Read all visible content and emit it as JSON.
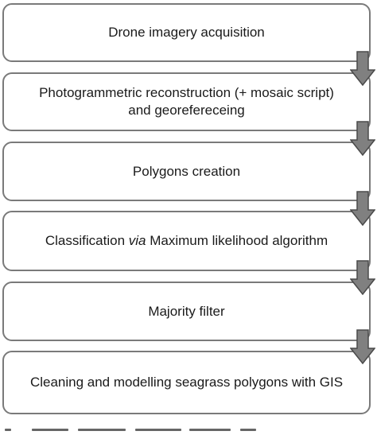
{
  "steps": [
    {
      "id": "s1",
      "text": "Drone imagery acquisition"
    },
    {
      "id": "s2",
      "line1": "Photogrammetric reconstruction (+ mosaic script)",
      "line2": "and georefereceing"
    },
    {
      "id": "s3",
      "text": "Polygons creation"
    },
    {
      "id": "s4",
      "pre": "Classification ",
      "italic": "via",
      "post": " Maximum likelihood algorithm"
    },
    {
      "id": "s5",
      "text": "Majority filter"
    },
    {
      "id": "s6",
      "text": "Cleaning and modelling seagrass polygons with GIS"
    }
  ],
  "colors": {
    "box_border": "#7a7a7a",
    "arrow_fill": "#808080",
    "arrow_stroke": "#4a4a4a",
    "text": "#1a1a1a"
  },
  "icons": {
    "arrow": "down-arrow-icon"
  }
}
